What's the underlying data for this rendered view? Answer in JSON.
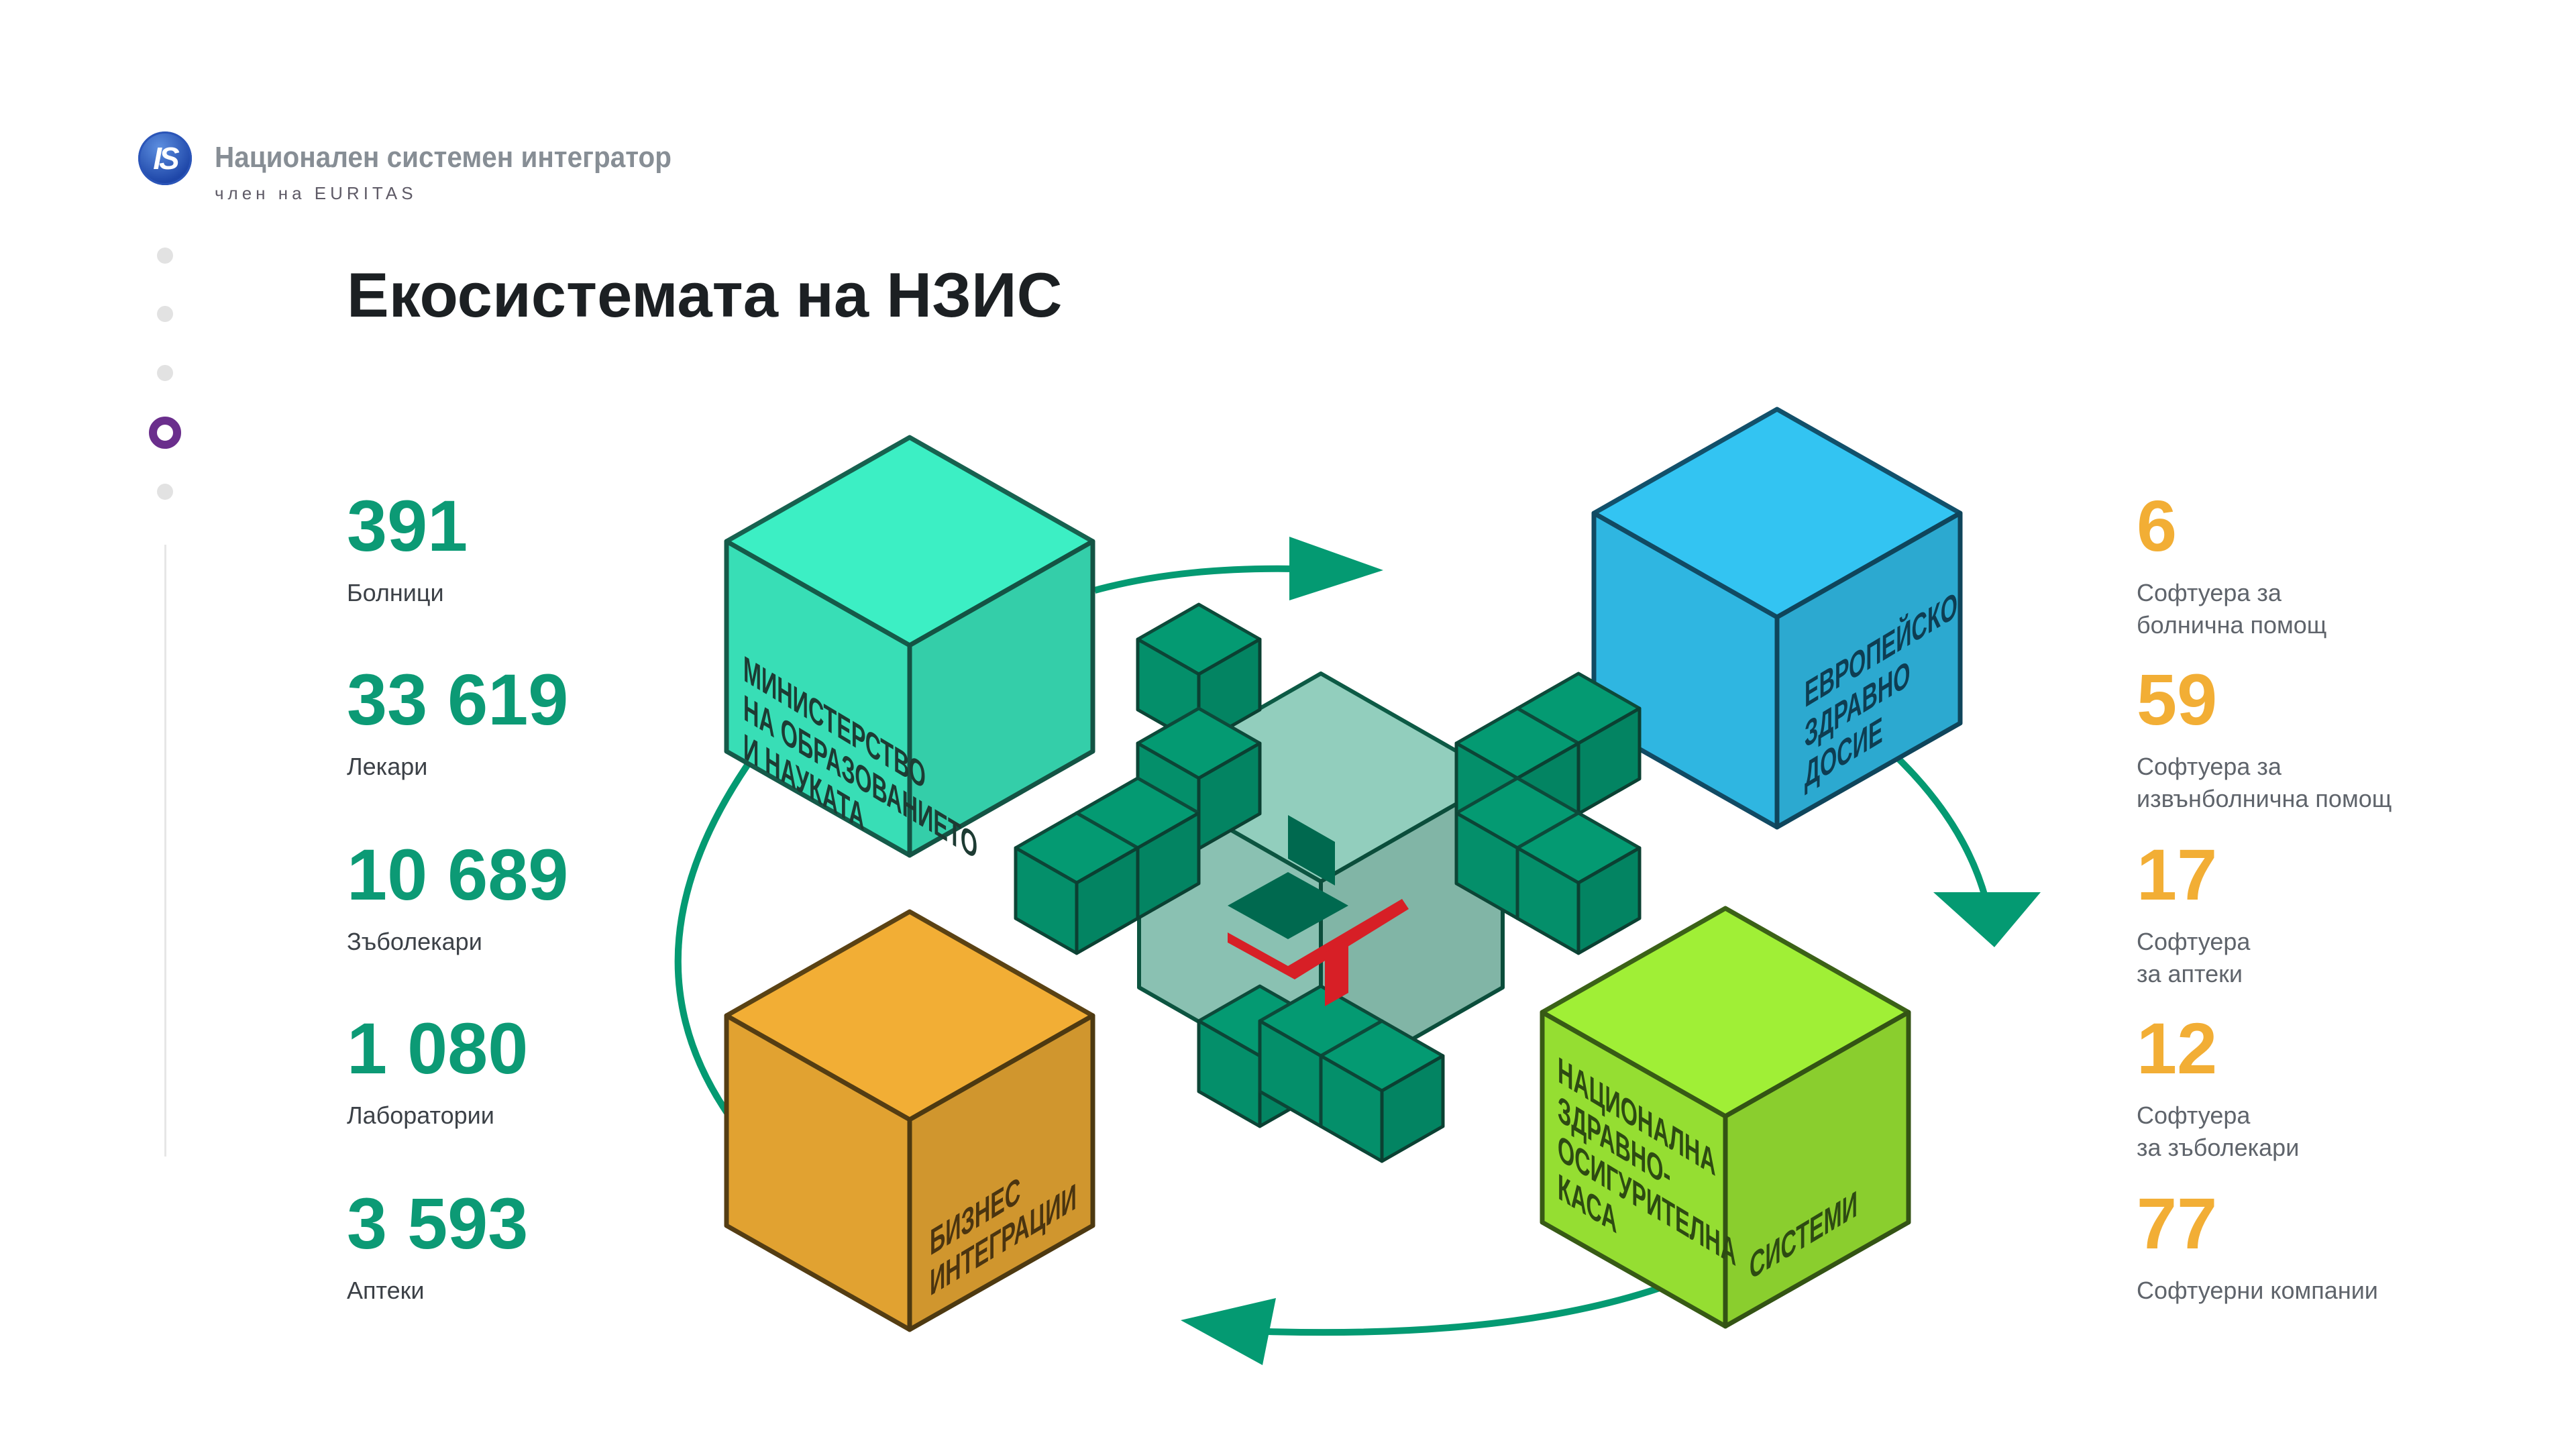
{
  "header": {
    "logo_mark": "IS",
    "company_name": "Национален системен интегратор",
    "company_sub": "член на EURITAS"
  },
  "nav": {
    "dots": 5,
    "active_index": 3
  },
  "title": "Екосистемата на НЗИС",
  "left_stats": [
    {
      "value": "391",
      "label": "Болници"
    },
    {
      "value": "33 619",
      "label": "Лекари"
    },
    {
      "value": "10 689",
      "label": "Зъболекари"
    },
    {
      "value": "1 080",
      "label": "Лаборатории"
    },
    {
      "value": "3 593",
      "label": "Аптеки"
    }
  ],
  "right_stats": [
    {
      "value": "6",
      "label_1": "Софтуера за",
      "label_2": "болнична помощ"
    },
    {
      "value": "59",
      "label_1": "Софтуера за",
      "label_2": "извънболнична помощ"
    },
    {
      "value": "17",
      "label_1": "Софтуера",
      "label_2": "за аптеки"
    },
    {
      "value": "12",
      "label_1": "Софтуера",
      "label_2": "за зъболекари"
    },
    {
      "value": "77",
      "label_1": "Софтуерни компании",
      "label_2": ""
    }
  ],
  "cubes": {
    "ministry": [
      "МИНИСТЕРСТВО",
      "НА ОБРАЗОВАНИЕТО",
      "И НАУКАТА"
    ],
    "european": [
      "ЕВРОПЕЙСКО",
      "ЗДРАВНО",
      "ДОСИЕ"
    ],
    "business": [
      "БИЗНЕС",
      "ИНТЕГРАЦИИ"
    ],
    "nhif_left": [
      "НАЦИОНАЛНА",
      "ЗДРАВНО-",
      "ОСИГУРИТЕЛНА",
      "КАСА"
    ],
    "nhif_right": "СИСТЕМИ"
  },
  "colors": {
    "accent_green": "#0c9a75",
    "accent_orange": "#f2ae35",
    "cube_teal": "#3cefc4",
    "cube_blue": "#33c4f2",
    "cube_orange": "#f2ae35",
    "cube_lime": "#a0ef36",
    "nav_active": "#6a2e8c"
  }
}
